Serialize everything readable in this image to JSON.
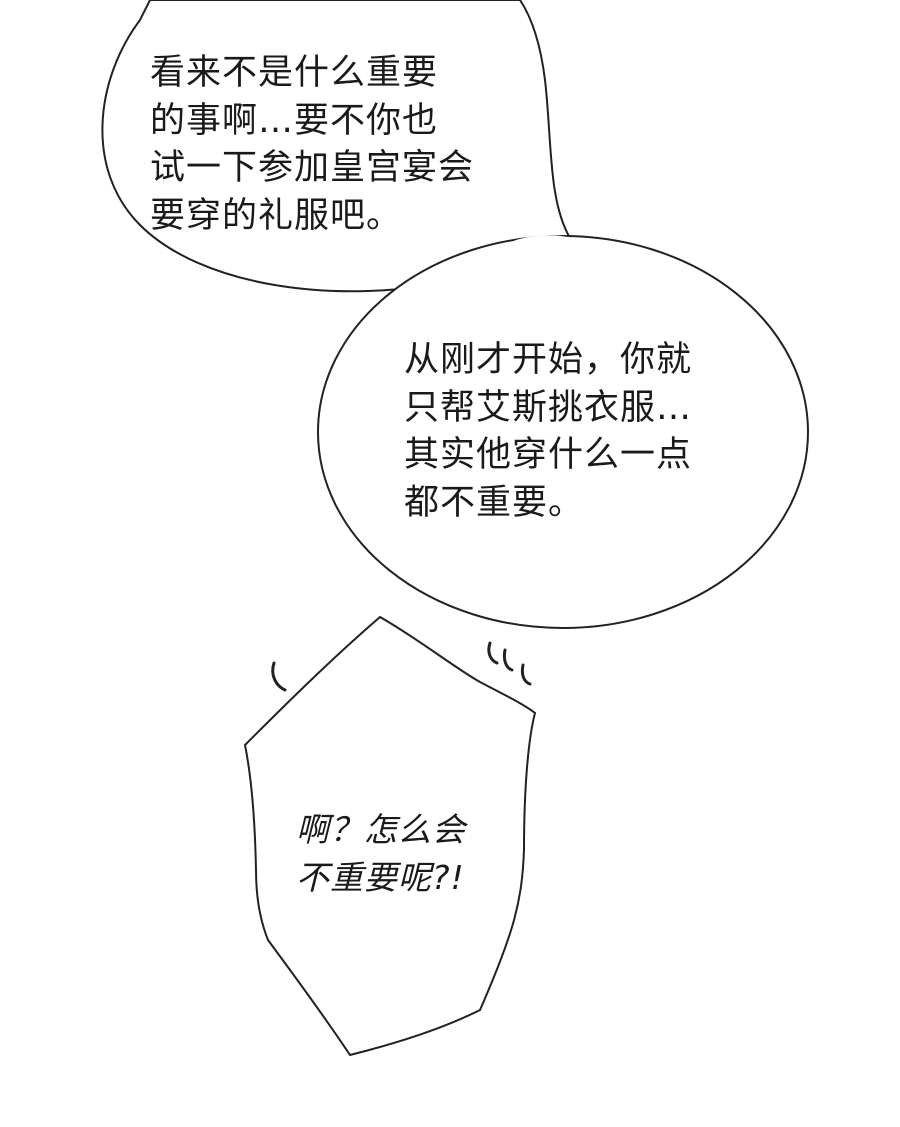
{
  "bubbles": [
    {
      "lines": [
        "看来不是什么重要",
        "的事啊…要不你也",
        "试一下参加皇宫宴会",
        "要穿的礼服吧。"
      ]
    },
    {
      "lines": [
        "从刚才开始，你就",
        "只帮艾斯挑衣服…",
        "其实他穿什么一点",
        "都不重要。"
      ]
    },
    {
      "lines": [
        "啊？怎么会",
        "不重要呢?!"
      ]
    }
  ]
}
